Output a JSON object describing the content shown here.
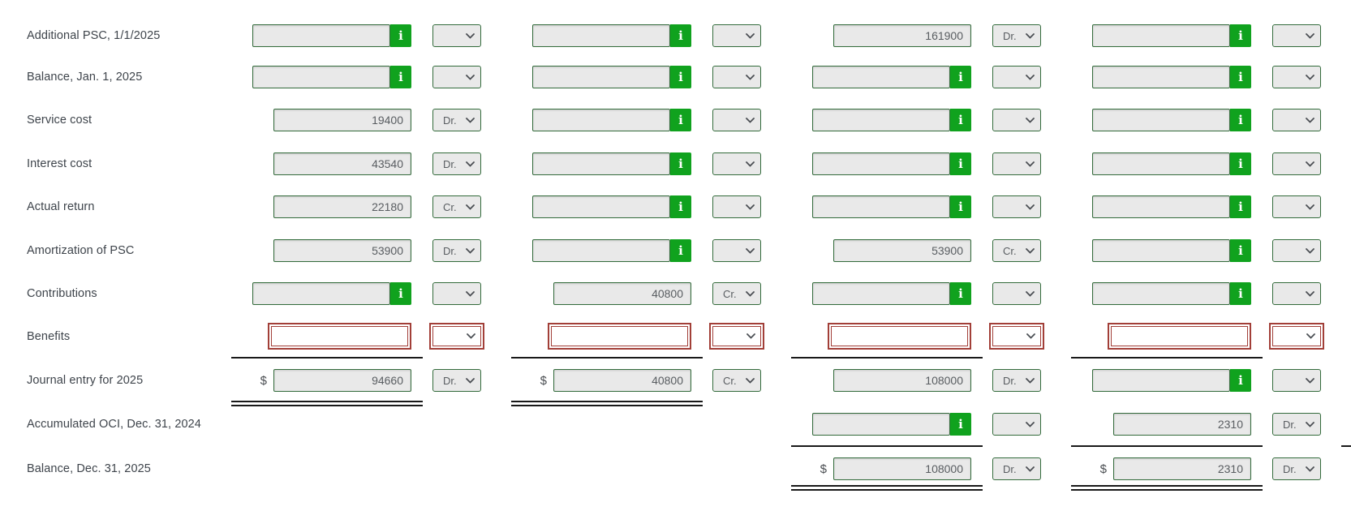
{
  "icons": {
    "info_glyph": "i",
    "chevron": "chevron-down"
  },
  "colors": {
    "field_border_green": "#336b3b",
    "info_button_green": "#10a21e",
    "error_red": "#a23f38",
    "field_bg": "#e9e9e9",
    "rule_black": "#191919",
    "label_text": "#3e444b",
    "value_text": "#595d61"
  },
  "worksheet": {
    "rows": [
      {
        "label": "Additional PSC, 1/1/2025",
        "cells": [
          {
            "state": "info",
            "value": "",
            "unit": ""
          },
          {
            "state": "info",
            "value": "",
            "unit": ""
          },
          {
            "state": "filled",
            "value": "161900",
            "unit": "Dr."
          },
          {
            "state": "info",
            "value": "",
            "unit": ""
          }
        ]
      },
      {
        "label": "Balance, Jan. 1, 2025",
        "cells": [
          {
            "state": "info",
            "value": "",
            "unit": ""
          },
          {
            "state": "info",
            "value": "",
            "unit": ""
          },
          {
            "state": "info",
            "value": "",
            "unit": ""
          },
          {
            "state": "info",
            "value": "",
            "unit": ""
          }
        ]
      },
      {
        "label": "Service cost",
        "cells": [
          {
            "state": "filled",
            "value": "19400",
            "unit": "Dr."
          },
          {
            "state": "info",
            "value": "",
            "unit": ""
          },
          {
            "state": "info",
            "value": "",
            "unit": ""
          },
          {
            "state": "info",
            "value": "",
            "unit": ""
          }
        ]
      },
      {
        "label": "Interest cost",
        "cells": [
          {
            "state": "filled",
            "value": "43540",
            "unit": "Dr."
          },
          {
            "state": "info",
            "value": "",
            "unit": ""
          },
          {
            "state": "info",
            "value": "",
            "unit": ""
          },
          {
            "state": "info",
            "value": "",
            "unit": ""
          }
        ]
      },
      {
        "label": "Actual return",
        "cells": [
          {
            "state": "filled",
            "value": "22180",
            "unit": "Cr."
          },
          {
            "state": "info",
            "value": "",
            "unit": ""
          },
          {
            "state": "info",
            "value": "",
            "unit": ""
          },
          {
            "state": "info",
            "value": "",
            "unit": ""
          }
        ]
      },
      {
        "label": "Amortization of PSC",
        "cells": [
          {
            "state": "filled",
            "value": "53900",
            "unit": "Dr."
          },
          {
            "state": "info",
            "value": "",
            "unit": ""
          },
          {
            "state": "filled",
            "value": "53900",
            "unit": "Cr."
          },
          {
            "state": "info",
            "value": "",
            "unit": ""
          }
        ]
      },
      {
        "label": "Contributions",
        "cells": [
          {
            "state": "info",
            "value": "",
            "unit": ""
          },
          {
            "state": "filled",
            "value": "40800",
            "unit": "Cr."
          },
          {
            "state": "info",
            "value": "",
            "unit": ""
          },
          {
            "state": "info",
            "value": "",
            "unit": ""
          }
        ]
      },
      {
        "label": "Benefits",
        "cells": [
          {
            "state": "error",
            "value": "",
            "unit": ""
          },
          {
            "state": "error",
            "value": "",
            "unit": ""
          },
          {
            "state": "error",
            "value": "",
            "unit": ""
          },
          {
            "state": "error",
            "value": "",
            "unit": ""
          }
        ]
      },
      {
        "label": "Journal entry for 2025",
        "rule_above_groups": [
          0,
          1,
          2,
          3
        ],
        "double_rule_below_groups": [
          0,
          1
        ],
        "cells": [
          {
            "state": "filled",
            "prefix": "$",
            "value": "94660",
            "unit": "Dr."
          },
          {
            "state": "filled",
            "prefix": "$",
            "value": "40800",
            "unit": "Cr."
          },
          {
            "state": "filled",
            "value": "108000",
            "unit": "Dr."
          },
          {
            "state": "info",
            "value": "",
            "unit": ""
          }
        ]
      },
      {
        "label": "Accumulated OCI, Dec. 31, 2024",
        "cells": [
          {
            "state": "blank"
          },
          {
            "state": "blank"
          },
          {
            "state": "info",
            "value": "",
            "unit": ""
          },
          {
            "state": "filled",
            "value": "2310",
            "unit": "Dr."
          }
        ]
      },
      {
        "label": "Balance, Dec. 31, 2025",
        "rule_above_groups": [
          2,
          3
        ],
        "double_rule_below_groups": [
          2,
          3
        ],
        "right_edge_tick": true,
        "cells": [
          {
            "state": "blank"
          },
          {
            "state": "blank"
          },
          {
            "state": "filled",
            "prefix": "$",
            "value": "108000",
            "unit": "Dr."
          },
          {
            "state": "filled",
            "prefix": "$",
            "value": "2310",
            "unit": "Dr."
          }
        ]
      }
    ]
  }
}
